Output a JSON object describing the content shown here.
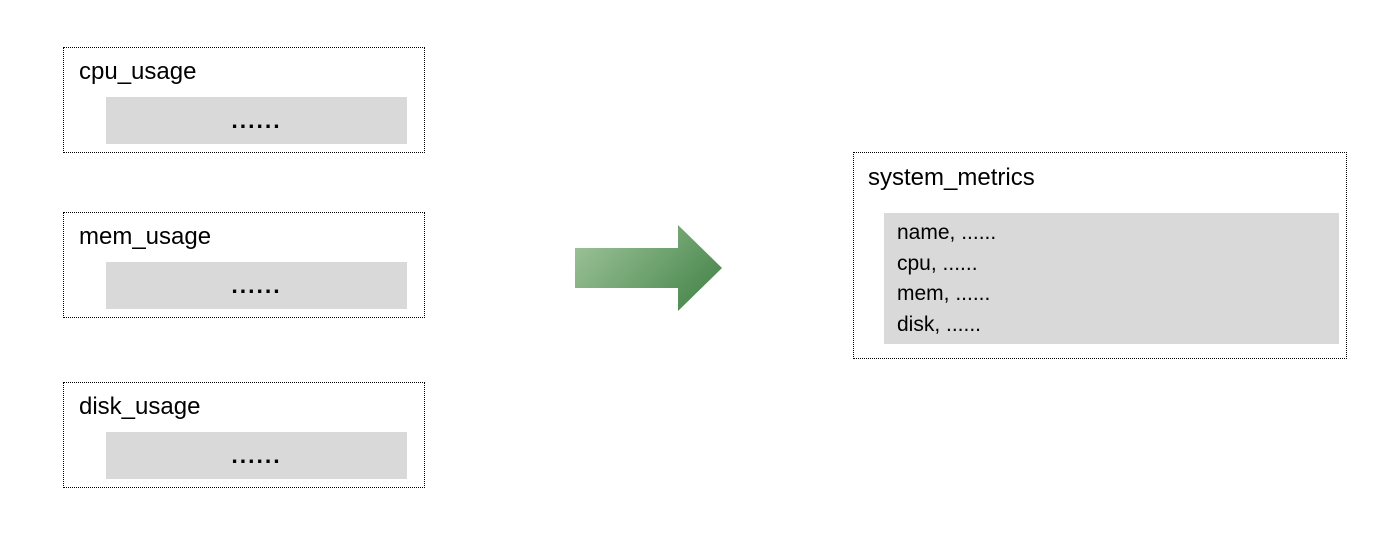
{
  "diagram": {
    "sources": [
      {
        "title": "cpu_usage",
        "placeholder": "......"
      },
      {
        "title": "mem_usage",
        "placeholder": "......"
      },
      {
        "title": "disk_usage",
        "placeholder": "......"
      }
    ],
    "target": {
      "title": "system_metrics",
      "rows": [
        "name, ......",
        "cpu, ......",
        "mem, ......",
        "disk, ......"
      ]
    },
    "arrow": {
      "direction": "right",
      "gradient_start": "#a3c79f",
      "gradient_end": "#4e8b51"
    },
    "colors": {
      "panel_fill": "#d9d9d9",
      "border": "#000000",
      "background": "#ffffff"
    }
  }
}
